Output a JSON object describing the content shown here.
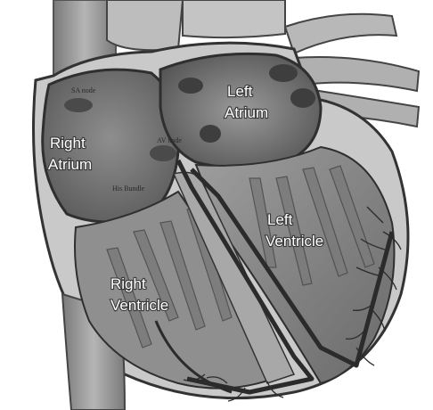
{
  "labels": {
    "sa_node": "SA node",
    "av_node": "AV node",
    "his_bundle": "His Bundle",
    "right_atrium_line1": "Right",
    "right_atrium_line2": "Atrium",
    "left_atrium_line1": "Left",
    "left_atrium_line2": "Atrium",
    "left_ventricle_line1": "Left",
    "left_ventricle_line2": "Ventricle",
    "right_ventricle_line1": "Right",
    "right_ventricle_line2": "Ventricle"
  },
  "colors": {
    "background": "#ffffff",
    "outer_wall": "#b9b9b9",
    "vessel": "#9c9c9c",
    "chamber_dark": "#6e6e6e",
    "chamber_mid": "#8a8a8a",
    "myocardium": "#d6d6d6",
    "conduction_path": "#2b2b2b"
  }
}
